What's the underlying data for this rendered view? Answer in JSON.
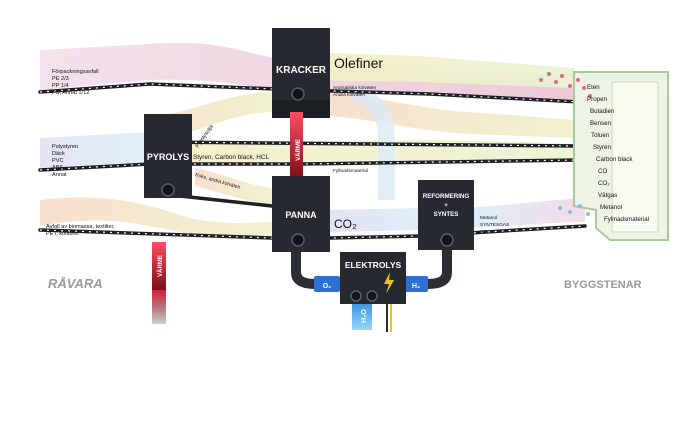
{
  "processes": {
    "kracker": "KRACKER",
    "pyrolys": "PYROLYS",
    "panna": "PANNA",
    "reformering": "REFORMERING",
    "reformering_plus": "+",
    "syntes": "SYNTES",
    "elektrolys": "ELEKTROLYS"
  },
  "heat_label": "VÄRME",
  "section_labels": {
    "left": "RÅVARA",
    "right": "BYGGSTENAR"
  },
  "inputs": {
    "packaging": [
      "Förpackningsavfall",
      "PE 2/3",
      "PP 1/4",
      "PS, Annat 1/12"
    ],
    "plastics": [
      "Polystyren",
      "Däck",
      "PVC",
      "ABS",
      "Annat"
    ],
    "biomass": [
      "Avfall av biomassa, textilier,",
      "PET, kolfibrer"
    ]
  },
  "streams": {
    "olefiner": "Olefiner",
    "co2": "CO₂",
    "pyrolysolja": "Pyrolysolja",
    "styren": "Styren, Carbon black, HCL",
    "koks": "Koks, andra kolväten",
    "aromatiska_1": "Aromatiska kolväten",
    "aromatiska_2": "Andra kolväten",
    "fyllnad": "Fyllnadsmaterial",
    "metanol": "Metanol",
    "syntesgas": "SYNTESGAS",
    "co2_small": "CO₂"
  },
  "electrolysis": {
    "o2": "O₂",
    "h2": "H₂",
    "h2o": "H₂O"
  },
  "outputs": [
    "Eten",
    "Propen",
    "Butadien",
    "Bensen",
    "Toluen",
    "Styren",
    "Carbon black",
    "CO",
    "CO₂",
    "Vätgas",
    "Metanol",
    "Fyllnadsmaterial"
  ],
  "colors": {
    "box": "#262a30",
    "heat": "#e0263a",
    "oxygen": "#2e6fd6",
    "hydrogen": "#2e6fd6",
    "water": "#3aa7e8",
    "lightning": "#f2c40f",
    "tank": "#eef4e5",
    "tank_border": "#a9c99b"
  }
}
